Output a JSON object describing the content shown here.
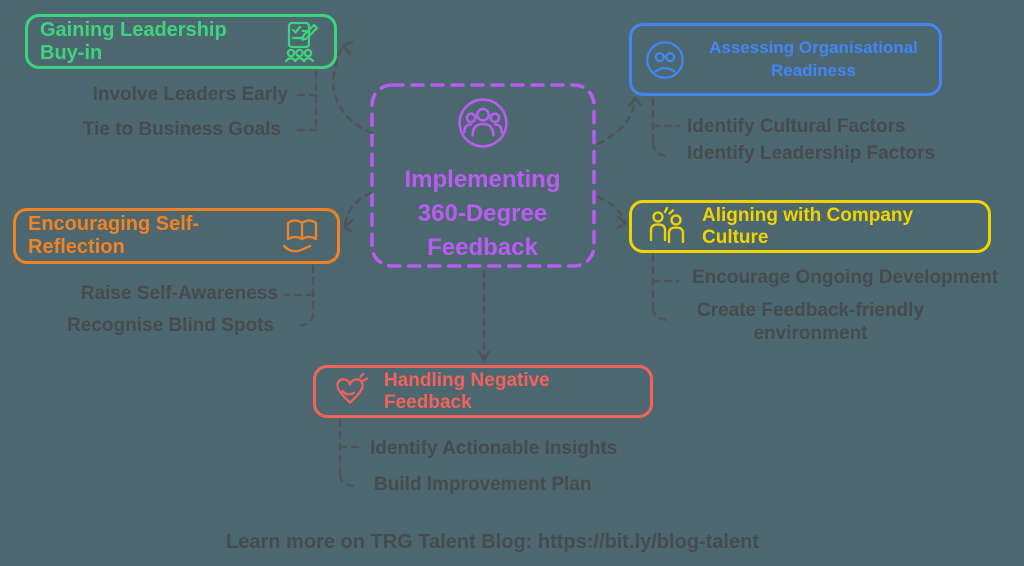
{
  "app": {
    "type": "mindmap-diagram"
  },
  "colors": {
    "background": "#4d6770",
    "green": "#3ed47f",
    "blue": "#4285f4",
    "purple": "#b95cf2",
    "orange": "#f58220",
    "yellow": "#f0d400",
    "red": "#f5625a",
    "connector": "#4f5457",
    "gray_text": "#464b4e"
  },
  "center": {
    "title_lines": [
      "Implementing",
      "360-Degree",
      "Feedback"
    ],
    "icon": "people-group-icon"
  },
  "branches": [
    {
      "label": "Gaining Leadership Buy-in",
      "icon": "checklist-people-icon",
      "color": "#3ed47f",
      "children": [
        "Involve Leaders Early",
        "Tie to Business Goals"
      ]
    },
    {
      "label": "Assessing Organisational Readiness",
      "icon": "person-face-icon",
      "color": "#4285f4",
      "children": [
        "Identify Cultural Factors",
        "Identify Leadership Factors"
      ]
    },
    {
      "label": "Encouraging Self-Reflection",
      "icon": "book-hand-icon",
      "color": "#f58220",
      "children": [
        "Raise Self-Awareness",
        "Recognise Blind Spots"
      ]
    },
    {
      "label": "Aligning with Company Culture",
      "icon": "two-people-icon",
      "color": "#f0d400",
      "children": [
        "Encourage Ongoing Development",
        "Create Feedback-friendly environment"
      ]
    },
    {
      "label": "Handling Negative Feedback",
      "icon": "heart-hand-icon",
      "color": "#f5625a",
      "children": [
        "Identify Actionable Insights",
        "Build Improvement Plan"
      ]
    }
  ],
  "footer": {
    "text": "Learn more on TRG Talent Blog: https://bit.ly/blog-talent"
  }
}
